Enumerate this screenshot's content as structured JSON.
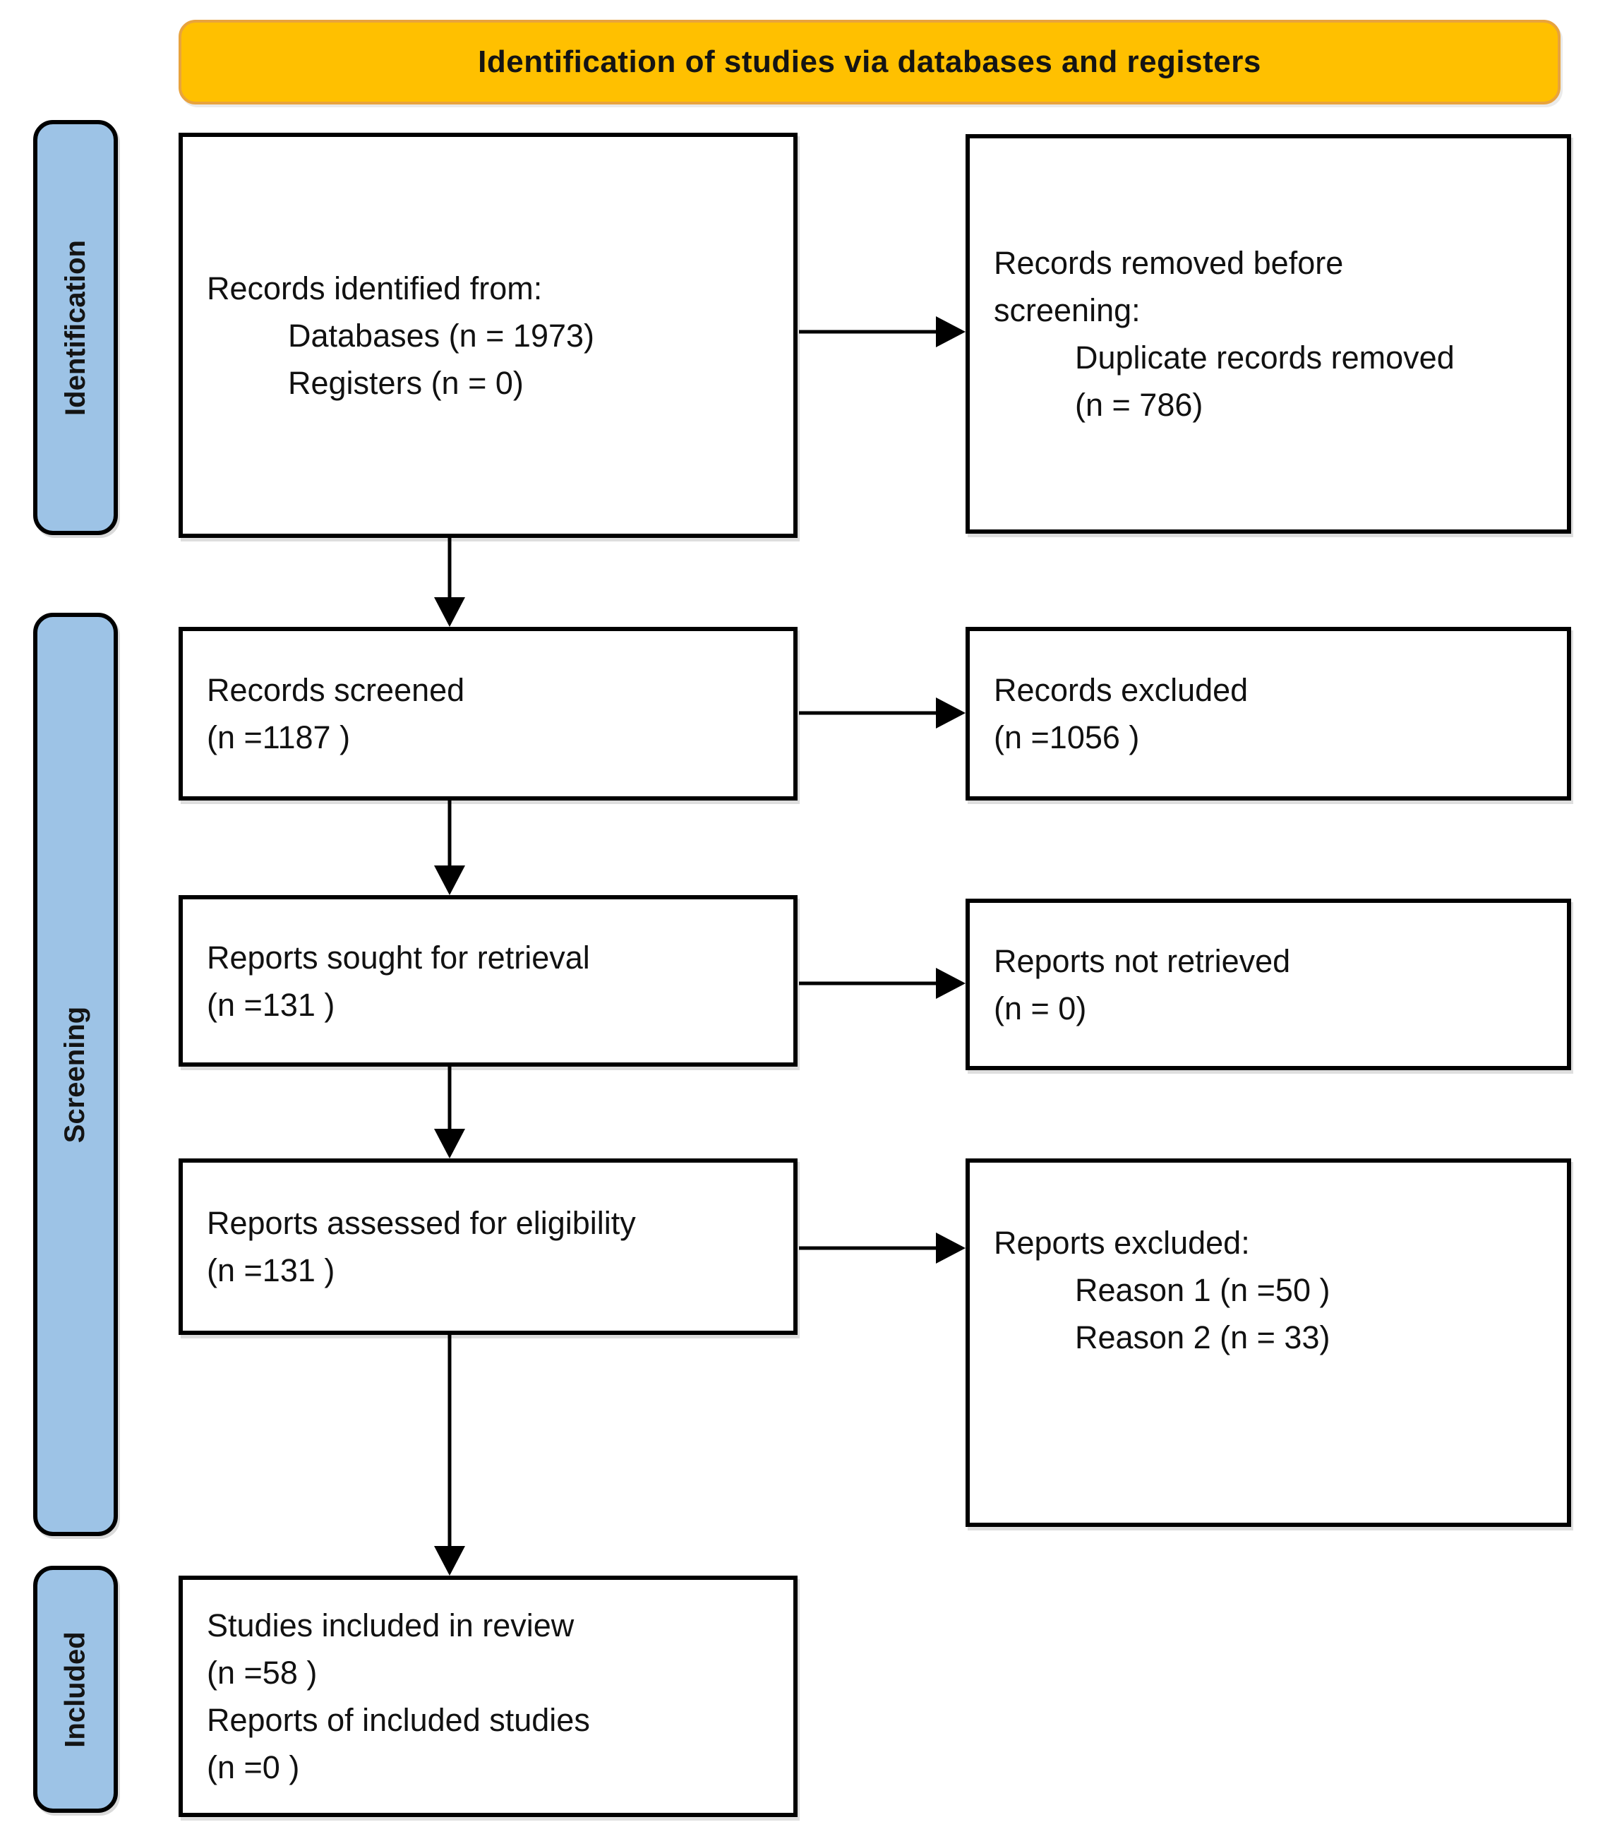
{
  "header": {
    "title": "Identification of studies via databases and registers"
  },
  "sidebar": {
    "identification": "Identification",
    "screening": "Screening",
    "included": "Included"
  },
  "boxes": {
    "records_identified": {
      "lines": [
        "Records identified from:",
        "Databases (n = 1973)",
        "Registers (n = 0)"
      ]
    },
    "records_removed": {
      "lines": [
        "Records removed before",
        "screening:",
        "Duplicate records removed",
        "(n = 786)"
      ]
    },
    "records_screened": {
      "lines": [
        "Records screened",
        "(n =1187 )"
      ]
    },
    "records_excluded": {
      "lines": [
        "Records excluded",
        "(n =1056 )"
      ]
    },
    "reports_sought": {
      "lines": [
        "Reports sought for retrieval",
        "(n =131 )"
      ]
    },
    "reports_not_retrieved": {
      "lines": [
        "Reports not retrieved",
        "(n = 0)"
      ]
    },
    "reports_assessed": {
      "lines": [
        "Reports assessed for eligibility",
        "(n =131 )"
      ]
    },
    "reports_excluded": {
      "lines": [
        "Reports excluded:",
        "Reason 1 (n =50 )",
        "Reason 2 (n = 33)"
      ]
    },
    "studies_included": {
      "lines": [
        "Studies included in review",
        "(n =58 )",
        "Reports of included studies",
        "(n =0 )"
      ]
    }
  },
  "colors": {
    "header_bg": "#FFC000",
    "header_border": "#E8A33D",
    "stage_bg": "#9DC3E6",
    "border": "#000000",
    "box_bg": "#FFFFFF",
    "text": "#111111"
  }
}
